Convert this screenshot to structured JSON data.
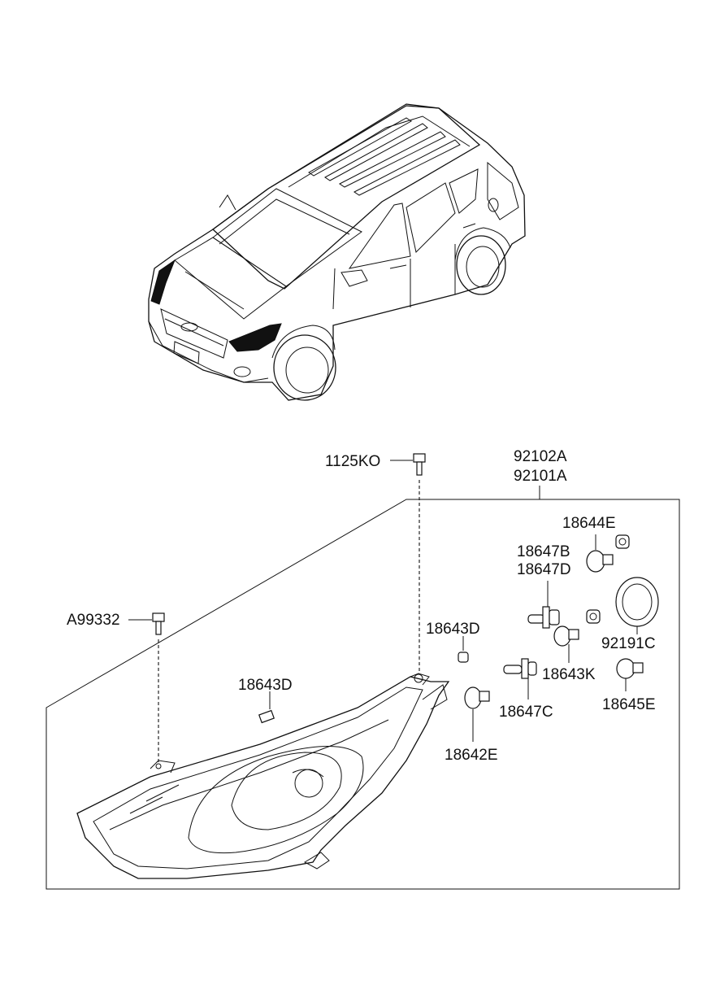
{
  "parts": [
    {
      "code": "1125KO"
    },
    {
      "code": "92102A"
    },
    {
      "code": "92101A"
    },
    {
      "code": "18644E"
    },
    {
      "code": "18647B"
    },
    {
      "code": "18647D"
    },
    {
      "code": "A99332"
    },
    {
      "code": "18643D"
    },
    {
      "code": "92191C"
    },
    {
      "code": "18643K"
    },
    {
      "code": "18643D"
    },
    {
      "code": "18645E"
    },
    {
      "code": "18647C"
    },
    {
      "code": "18642E"
    }
  ]
}
